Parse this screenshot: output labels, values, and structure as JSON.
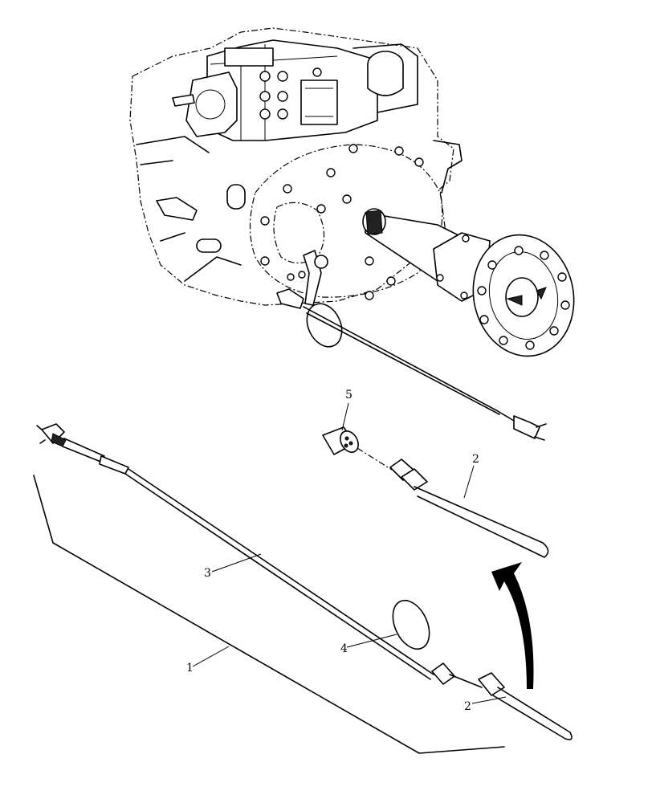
{
  "callouts": {
    "c1": "1",
    "c2_upper": "2",
    "c2_lower": "2",
    "c3": "3",
    "c4": "4",
    "c5": "5"
  },
  "colors": {
    "line": "#000000",
    "background": "#ffffff"
  }
}
